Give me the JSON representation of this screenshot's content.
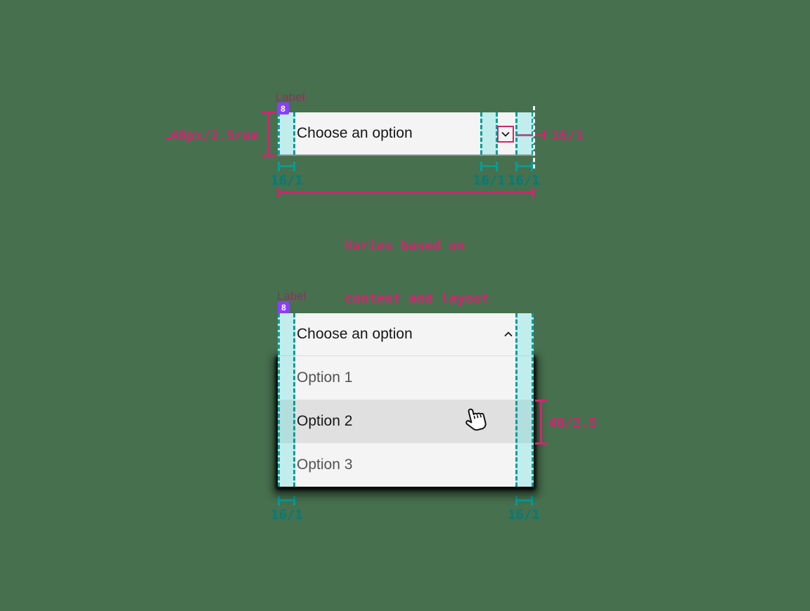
{
  "background_color": "#46704E",
  "annotation_colors": {
    "magenta": "#d02670",
    "teal": "#007d79",
    "teal_fill": "#3ddbd9",
    "purple_token": "#8a3ffc"
  },
  "closed_dropdown": {
    "label": "Label",
    "spacing_badge": "8",
    "field_text": "Choose an option",
    "height_annotation": "40px/2.5rem",
    "chevron_spacing_annotation": "16/1",
    "left_padding_annotation": "16/1",
    "inner_right_padding_annotation": "16/1",
    "right_padding_annotation": "16/1",
    "width_annotation_line1": "Varies based on",
    "width_annotation_line2": "content and layout"
  },
  "open_dropdown": {
    "label": "Label",
    "spacing_badge": "8",
    "field_text": "Choose an option",
    "options": [
      {
        "label": "Option 1",
        "state": "default"
      },
      {
        "label": "Option 2",
        "state": "hover"
      },
      {
        "label": "Option 3",
        "state": "default"
      }
    ],
    "row_height_annotation": "40/2.5",
    "left_padding_annotation": "16/1",
    "right_padding_annotation": "16/1"
  }
}
